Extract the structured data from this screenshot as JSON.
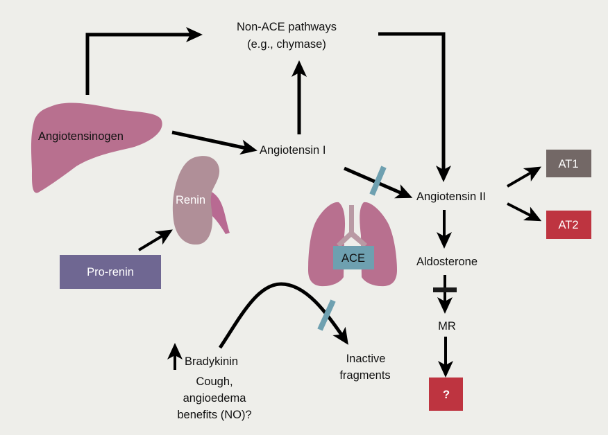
{
  "diagram": {
    "title": "Renin-angiotensin-aldosterone system pathway",
    "colors": {
      "background": "#eeeeea",
      "organ_pink": "#b8708f",
      "kidney": "#b08f98",
      "kidney_pelvis": "#b86a92",
      "trachea": "#b99aa4",
      "block_bar": "#6ea0b0",
      "ace_box": "#6ea0b0",
      "at1_box": "#736866",
      "at2_box": "#be3440",
      "question_box": "#be3440",
      "prorenin_box": "#6f6792",
      "arrow": "#000000",
      "inhibit_bar": "#1a1a1a"
    },
    "nodes": {
      "angiotensinogen": "Angiotensinogen",
      "renin": "Renin",
      "prorenin": "Pro-renin",
      "non_ace_line1": "Non-ACE pathways",
      "non_ace_line2": "(e.g., chymase)",
      "angiotensin_1": "Angiotensin I",
      "angiotensin_2": "Angiotensin II",
      "ace": "ACE",
      "at1": "AT1",
      "at2": "AT2",
      "aldosterone": "Aldosterone",
      "mr": "MR",
      "unknown": "?",
      "inactive_line1": "Inactive",
      "inactive_line2": "fragments",
      "bradykinin": "Bradykinin",
      "effects_line1": "Cough,",
      "effects_line2": "angioedema",
      "effects_line3": "benefits (NO)?"
    },
    "edges": [
      {
        "from": "angiotensinogen",
        "to": "non_ace_pathways",
        "type": "arrow"
      },
      {
        "from": "angiotensinogen",
        "to": "angiotensin_1",
        "type": "arrow"
      },
      {
        "from": "prorenin",
        "to": "renin",
        "type": "arrow"
      },
      {
        "from": "angiotensin_1",
        "to": "non_ace_pathways",
        "type": "arrow"
      },
      {
        "from": "non_ace_pathways",
        "to": "angiotensin_2",
        "type": "arrow"
      },
      {
        "from": "angiotensin_1",
        "to": "angiotensin_2",
        "type": "arrow",
        "blocked": true
      },
      {
        "from": "angiotensin_2",
        "to": "at1",
        "type": "arrow"
      },
      {
        "from": "angiotensin_2",
        "to": "at2",
        "type": "arrow"
      },
      {
        "from": "angiotensin_2",
        "to": "aldosterone",
        "type": "arrow"
      },
      {
        "from": "aldosterone",
        "to": "mr",
        "type": "arrow",
        "inhibited": true
      },
      {
        "from": "mr",
        "to": "unknown",
        "type": "arrow"
      },
      {
        "from": "bradykinin",
        "to": "inactive_fragments",
        "type": "arrow",
        "blocked": true
      }
    ],
    "bradykinin_direction": "up"
  }
}
